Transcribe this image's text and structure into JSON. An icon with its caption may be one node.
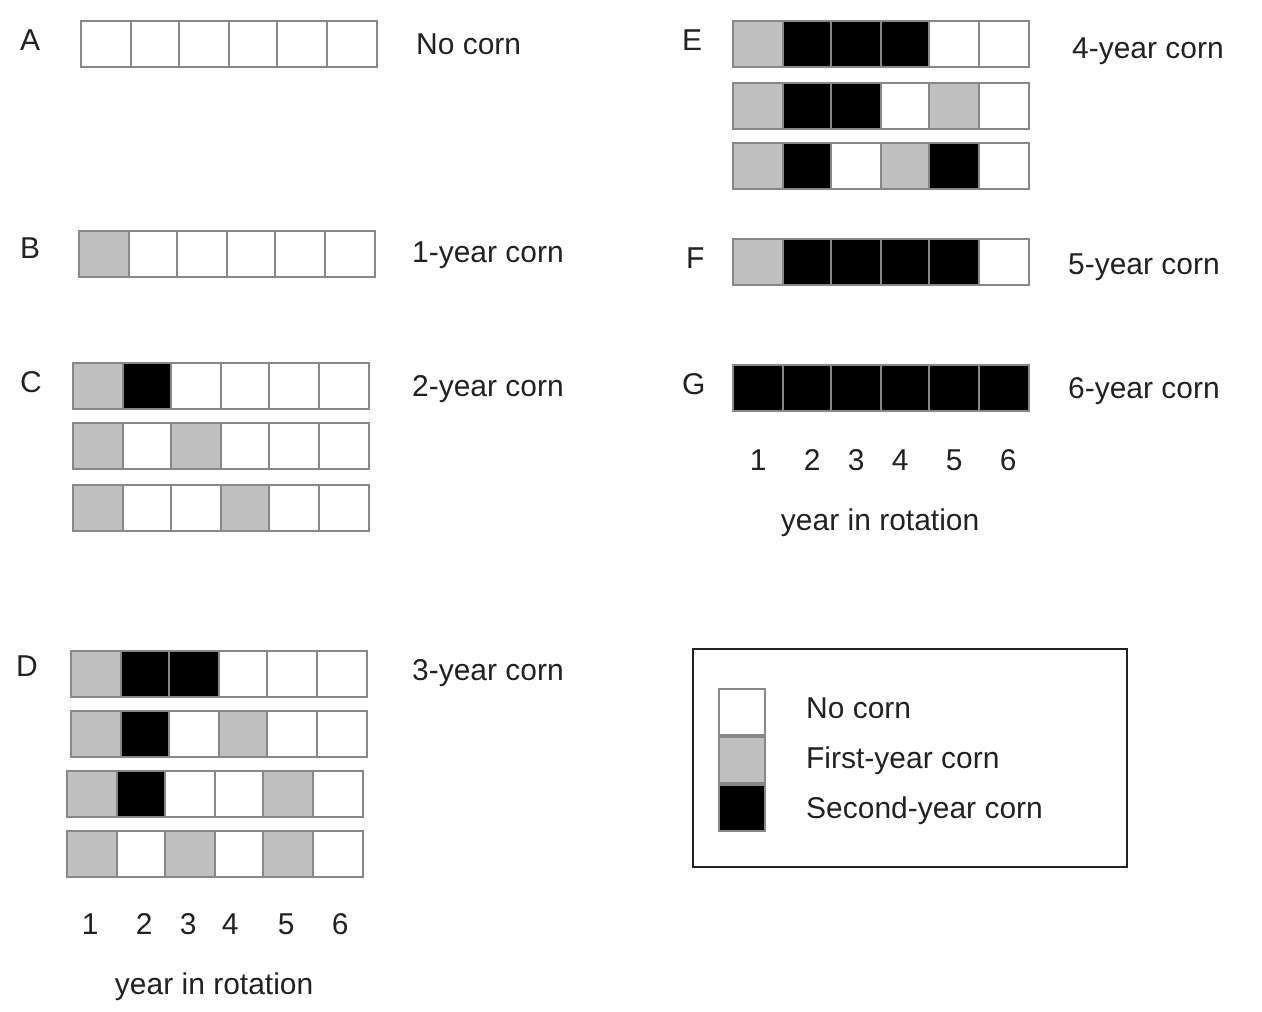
{
  "diagram": {
    "labels": [
      "A",
      "No corn",
      "B",
      "1-year corn",
      "C",
      "2-year corn",
      "D",
      "3-year corn",
      "1",
      "2",
      "3",
      "4",
      "5",
      "6",
      "year in rotation",
      "E",
      "4-year corn",
      "F",
      "5-year corn",
      "G",
      "6-year corn",
      "1",
      "2",
      "3",
      "4",
      "5",
      "6",
      "year in rotation"
    ],
    "legend": [
      {
        "text": "No corn",
        "color": "#ffffff"
      },
      {
        "text": "First-year corn",
        "color": "#c0c0c0"
      },
      {
        "text": "Second-year corn",
        "color": "#000000"
      }
    ]
  }
}
